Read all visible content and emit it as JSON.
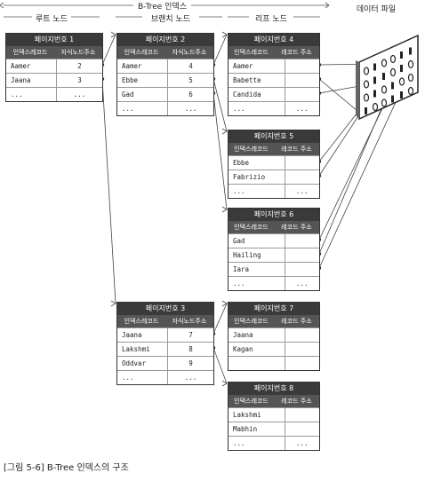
{
  "diagram": {
    "title": "B-Tree 인덱스",
    "levels": {
      "root": "루트 노드",
      "branch": "브랜치 노드",
      "leaf": "리프 노드",
      "data": "데이터 파일"
    },
    "header": {
      "key": "인덱스레코드",
      "child": "자식노드주소",
      "record": "레코드 주소"
    },
    "ellipsis": "...",
    "pages": {
      "p1": {
        "title": "페이지번호 1",
        "rows": [
          [
            "Aamer",
            "2"
          ],
          [
            "Jaana",
            "3"
          ],
          [
            "...",
            "..."
          ]
        ]
      },
      "p2": {
        "title": "페이지번호 2",
        "rows": [
          [
            "Aamer",
            "4"
          ],
          [
            "Ebbe",
            "5"
          ],
          [
            "Gad",
            "6"
          ],
          [
            "...",
            "..."
          ]
        ]
      },
      "p3": {
        "title": "페이지번호 3",
        "rows": [
          [
            "Jaana",
            "7"
          ],
          [
            "Lakshmi",
            "8"
          ],
          [
            "Oddvar",
            "9"
          ],
          [
            "...",
            "..."
          ]
        ]
      },
      "p4": {
        "title": "페이지번호 4",
        "rows": [
          [
            "Aamer",
            ""
          ],
          [
            "Babette",
            ""
          ],
          [
            "Candida",
            ""
          ],
          [
            "...",
            "..."
          ]
        ]
      },
      "p5": {
        "title": "페이지번호 5",
        "rows": [
          [
            "Ebbe",
            ""
          ],
          [
            "Fabrizio",
            ""
          ],
          [
            "...",
            "..."
          ]
        ]
      },
      "p6": {
        "title": "페이지번호 6",
        "rows": [
          [
            "Gad",
            ""
          ],
          [
            "Hailing",
            ""
          ],
          [
            "Iara",
            ""
          ],
          [
            "...",
            "..."
          ]
        ]
      },
      "p7": {
        "title": "페이지번호 7",
        "rows": [
          [
            "Jaana",
            ""
          ],
          [
            "Kagan",
            ""
          ],
          [
            "",
            ""
          ]
        ]
      },
      "p8": {
        "title": "페이지번호 8",
        "rows": [
          [
            "Lakshmi",
            ""
          ],
          [
            "Mabhin",
            ""
          ],
          [
            "...",
            "..."
          ]
        ]
      }
    },
    "caption": "[그림 5-6] B-Tree 인덱스의 구조"
  }
}
